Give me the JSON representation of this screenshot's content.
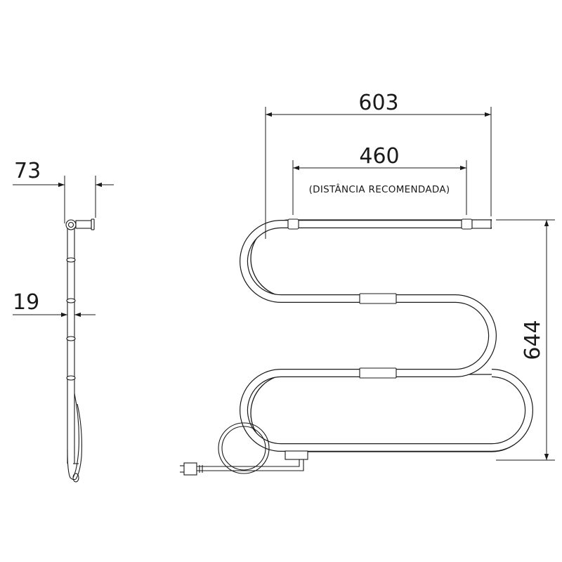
{
  "dimensions": {
    "side_depth": "73",
    "tube_diameter": "19",
    "overall_width": "603",
    "mount_distance": "460",
    "mount_distance_note": "(DISTÂNCIA RECOMENDADA)",
    "overall_height": "644"
  },
  "colors": {
    "line": "#1a1a1a",
    "background": "#ffffff"
  }
}
